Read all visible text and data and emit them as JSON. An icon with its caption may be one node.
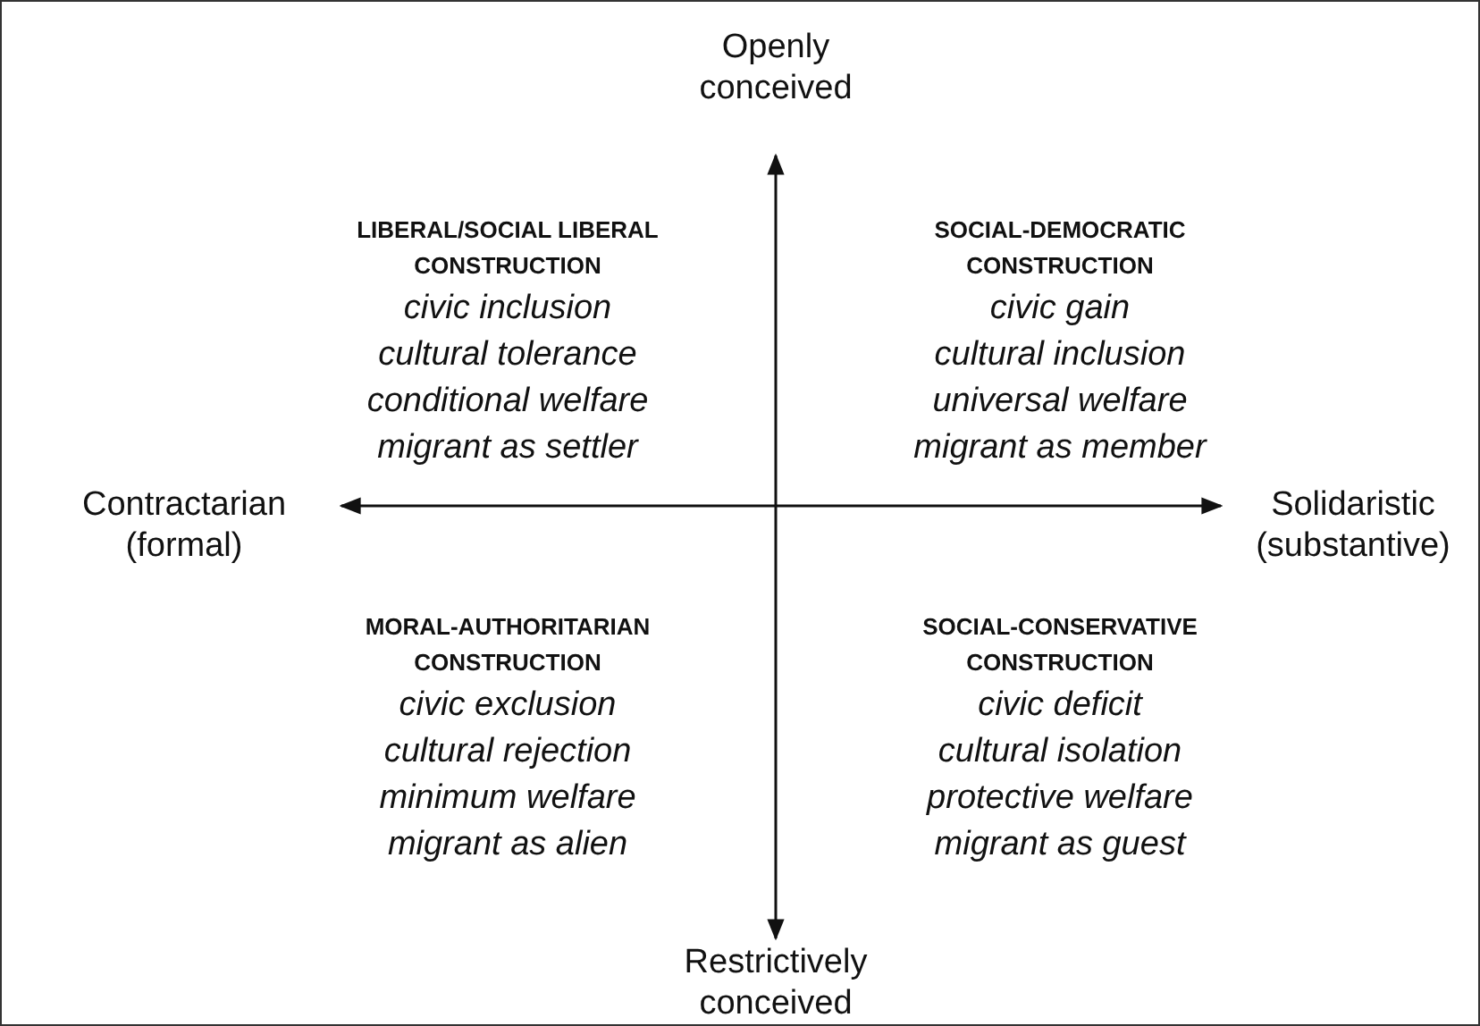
{
  "diagram": {
    "labels": [
      "Openly conceived",
      "LIBERAL/SOCIAL LIBERAL CONSTRUCTION",
      "civic inclusion",
      "cultural tolerance",
      "conditional welfare",
      "migrant as settler",
      "SOCIAL-DEMOCRATIC CONSTRUCTION",
      "civic gain",
      "cultural inclusion",
      "universal welfare",
      "migrant as member",
      "Contractarian (formal)",
      "Solidaristic (substantive)",
      "MORAL-AUTHORITARIAN CONSTRUCTION",
      "civic exclusion",
      "cultural rejection",
      "minimum welfare",
      "migrant as alien",
      "SOCIAL-CONSERVATIVE CONSTRUCTION",
      "civic deficit",
      "cultural isolation",
      "protective welfare",
      "migrant as guest",
      "Restrictively conceived"
    ]
  }
}
